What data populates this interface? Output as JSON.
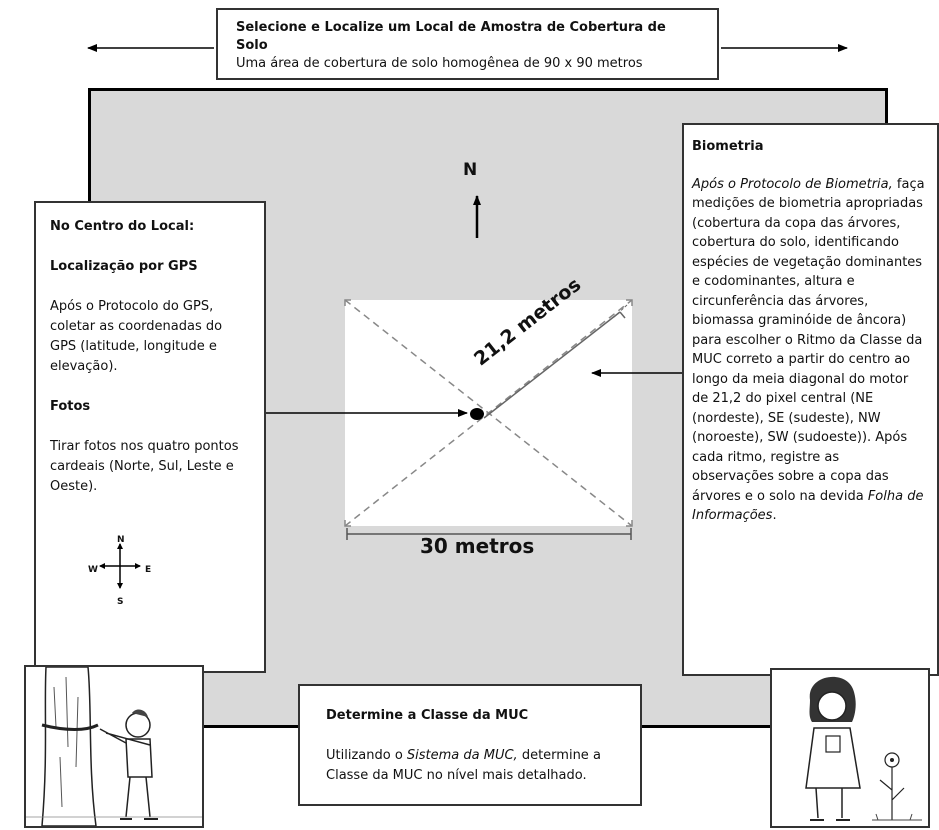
{
  "top_box": {
    "title": "Selecione e Localize um Local de Amostra de Cobertura de Solo",
    "subtitle": "Uma área de cobertura de solo homogênea de 90 x 90 metros"
  },
  "left_box": {
    "heading": "No Centro do Local:",
    "gps_heading": "Localização por GPS",
    "gps_text": "Após o Protocolo do GPS, coletar as coordenadas do GPS (latitude, longitude e elevação).",
    "photos_heading": "Fotos",
    "photos_text": "Tirar fotos nos quatro pontos cardeais (Norte, Sul, Leste e Oeste).",
    "compass": {
      "n": "N",
      "s": "S",
      "e": "E",
      "w": "W"
    }
  },
  "right_box": {
    "heading": "Biometria",
    "intro_italic": "Após o Protocolo de Biometria,",
    "text_main": " faça medições de biometria apropriadas (cobertura da copa das árvores, cobertura do solo, identificando espécies de vegetação dominantes e codominantes, altura e circunferência das árvores, biomassa graminóide de âncora) para escolher o Ritmo da Classe da MUC correto a partir do centro ao longo da meia diagonal do motor de 21,2 do pixel central (NE (nordeste), SE (sudeste), NW (noroeste), SW (sudoeste)). Após cada ritmo, registre as observações sobre a copa das árvores e o solo na devida ",
    "text_italic_end": "Folha de Informações",
    "text_end": "."
  },
  "bottom_box": {
    "heading": "Determine a Classe da MUC",
    "text_pre": "Utilizando o ",
    "text_italic": "Sistema da MUC,",
    "text_post": " determine a Classe da MUC no nível mais detalhado."
  },
  "diagram": {
    "north_label": "N",
    "diagonal_label": "21,2 metros",
    "scale_label": "30 metros"
  },
  "colors": {
    "site_fill": "#d9d9d9",
    "border": "#000000",
    "dashed_line": "#888888"
  }
}
